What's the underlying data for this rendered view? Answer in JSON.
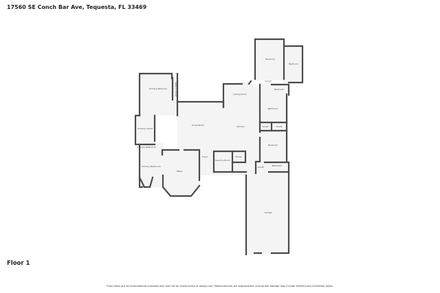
{
  "address": "17560 SE Conch Bar Ave, Tequesta, FL 33469",
  "floor_label": "Floor 1",
  "disclaimer": "Floor plans are for informational purposes only and not for construction or design use. Measurements are approximate, and square footage may include finished and unfinished areas.",
  "rooms": [
    {
      "name": "Primary Bedroom"
    },
    {
      "name": "Walk-in Closet"
    },
    {
      "name": "Primary Closet"
    },
    {
      "name": "Primary Bathroom"
    },
    {
      "name": "Primary Bathroom"
    },
    {
      "name": "Office"
    },
    {
      "name": "Living Room"
    },
    {
      "name": "Foyer"
    },
    {
      "name": "Laundry Room"
    },
    {
      "name": "Closet"
    },
    {
      "name": "Kitchen"
    },
    {
      "name": "Dining Room"
    },
    {
      "name": "Bedroom"
    },
    {
      "name": "Bedroom"
    },
    {
      "name": "Closet"
    },
    {
      "name": "Bathroom"
    },
    {
      "name": "Bathroom"
    },
    {
      "name": "Closet"
    },
    {
      "name": "Closet"
    },
    {
      "name": "Bedroom"
    },
    {
      "name": "Closet"
    },
    {
      "name": "Bathroom"
    },
    {
      "name": "Garage"
    }
  ]
}
